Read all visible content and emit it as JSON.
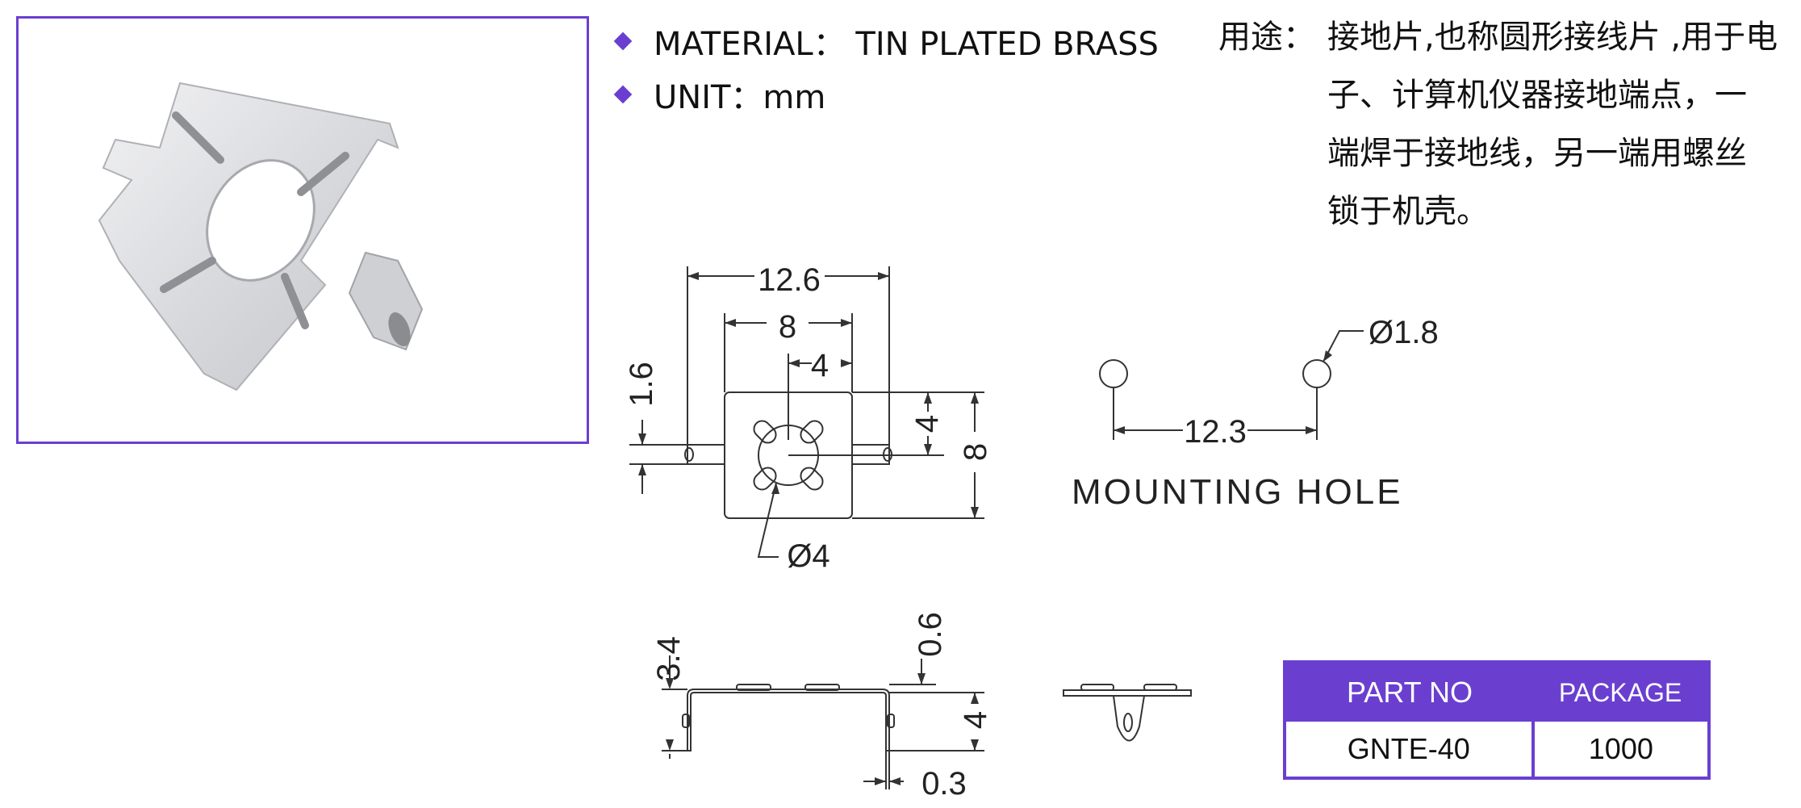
{
  "specs": [
    {
      "text": "MATERIAL： TIN PLATED BRASS"
    },
    {
      "text": "UNIT：mm"
    }
  ],
  "usage": {
    "label": "用途：",
    "lines": [
      "接地片,也称圆形接线片 ,用于电",
      "子、计算机仪器接地端点，一",
      "端焊于接地线，另一端用螺丝",
      "锁于机壳。"
    ]
  },
  "dimensions": {
    "width_overall": "12.6",
    "width_body": "8",
    "center_offset": "4",
    "tab_width": "1.6",
    "body_height": "8",
    "half_height": "4",
    "hole_dia": "Ø4",
    "mount_dia": "Ø1.8",
    "mount_spacing": "12.3",
    "side_height": "3.4",
    "thickness": "0.6",
    "side_lower": "4",
    "tab_thickness": "0.3"
  },
  "mounting_caption": "MOUNTING  HOLE",
  "table": {
    "headers": [
      "PART NO",
      "PACKAGE"
    ],
    "rows": [
      [
        "GNTE-40",
        "1000"
      ]
    ]
  },
  "colors": {
    "accent": "#6a3fd0"
  }
}
